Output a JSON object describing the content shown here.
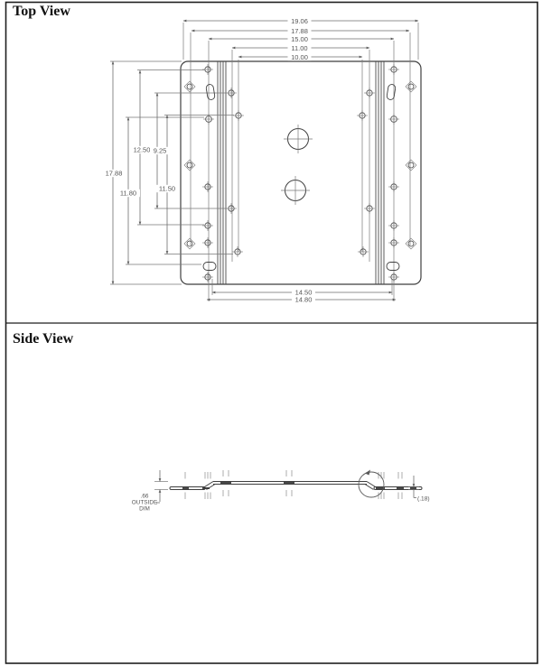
{
  "top_view": {
    "title": "Top View",
    "dims_top": [
      "19.06",
      "17.88",
      "15.00",
      "11.00",
      "10.00"
    ],
    "dims_left": [
      "17.88",
      "12.50",
      "9.25",
      "11.80",
      "11.50"
    ],
    "dims_bottom": [
      "14.50",
      "14.80"
    ]
  },
  "side_view": {
    "title": "Side View",
    "outside_dim": [
      ".66",
      "OUTSIDE",
      "DIM"
    ],
    "thickness_dim": "(.18)"
  },
  "colors": {
    "outline": "#3f3f3f",
    "dimension_lines": "#6e6e6e",
    "dimension_text": "#555555",
    "background": "#ffffff"
  }
}
